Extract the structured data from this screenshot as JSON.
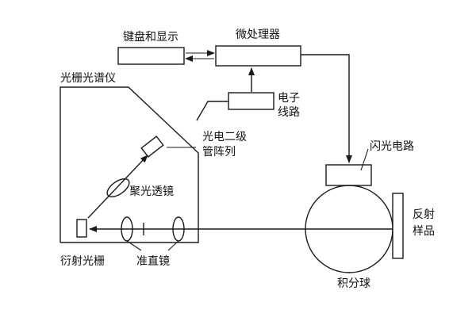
{
  "labels": {
    "keyboard_display": "键盘和显示",
    "microprocessor": "微处理器",
    "spectrometer": "光栅光谱仪",
    "electronic_circuit_line1": "电子",
    "electronic_circuit_line2": "线路",
    "photodiode_array_line1": "光电二级",
    "photodiode_array_line2": "管阵列",
    "flash_circuit": "闪光电路",
    "focusing_lens": "聚光透镜",
    "reflective_sample_line1": "反射",
    "reflective_sample_line2": "样品",
    "diffraction_grating": "衍射光栅",
    "collimator": "准直镜",
    "integrating_sphere": "积分球"
  },
  "colors": {
    "line": "#1a1a1a",
    "background": "#ffffff"
  }
}
